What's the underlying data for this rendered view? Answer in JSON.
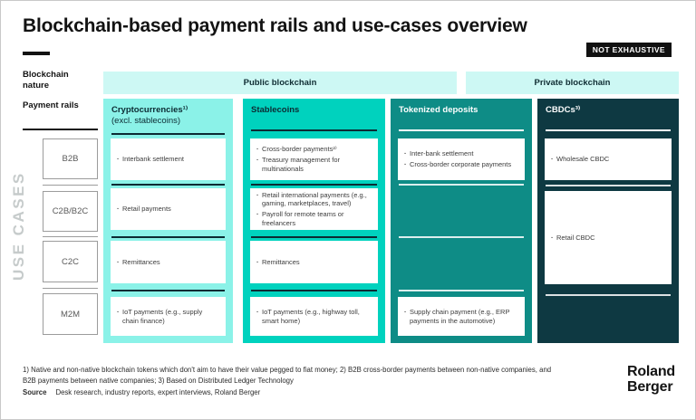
{
  "title": "Blockchain-based payment rails and use-cases overview",
  "badge": "NOT EXHAUSTIVE",
  "colors": {
    "band_bg": "#cdf8f4",
    "col_cryptocurrencies": "#8bf2e8",
    "col_stablecoins": "#00d2be",
    "col_tokenized_deposits": "#0e8c86",
    "col_cbdcs": "#0e3942",
    "badge_bg": "#111111"
  },
  "left_labels": {
    "blockchain_nature": "Blockchain nature",
    "payment_rails": "Payment rails",
    "use_cases": "USE CASES"
  },
  "rails": [
    "B2B",
    "C2B/B2C",
    "C2C",
    "M2M"
  ],
  "bands": {
    "public": "Public blockchain",
    "private": "Private blockchain"
  },
  "columns": [
    {
      "title": "Cryptocurrencies¹⁾",
      "subtitle": "(excl. stablecoins)",
      "cells": {
        "b2b": [
          "Interbank settlement"
        ],
        "c2b_b2c": [
          "Retail payments"
        ],
        "c2c": [
          "Remittances"
        ],
        "m2m": [
          "IoT payments (e.g., supply chain finance)"
        ]
      }
    },
    {
      "title": "Stablecoins",
      "cells": {
        "b2b": [
          "Cross-border payments²⁾",
          "Treasury management for multinationals"
        ],
        "c2b_b2c": [
          "Retail international payments (e.g., gaming, marketplaces, travel)",
          "Payroll for remote teams or freelancers"
        ],
        "c2c": [
          "Remittances"
        ],
        "m2m": [
          "IoT payments (e.g., highway toll, smart home)"
        ]
      }
    },
    {
      "title": "Tokenized deposits",
      "cells": {
        "b2b": [
          "Inter-bank settlement",
          "Cross-border corporate payments"
        ],
        "m2m": [
          "Supply chain payment (e.g., ERP payments in the automotive)"
        ]
      }
    },
    {
      "title": "CBDCs³⁾",
      "cells": {
        "b2b": [
          "Wholesale CBDC"
        ],
        "c2b_c2c": [
          "Retail CBDC"
        ]
      }
    }
  ],
  "footnote": "1) Native and non-native blockchain tokens which don't aim to have their value pegged to fiat money; 2) B2B cross-border payments between non-native companies, and B2B payments between native companies; 3) Based on Distributed Ledger Technology",
  "source": {
    "label": "Source",
    "text": "Desk research, industry reports, expert interviews, Roland Berger"
  },
  "logo": {
    "line1": "Roland",
    "line2": "Berger"
  }
}
